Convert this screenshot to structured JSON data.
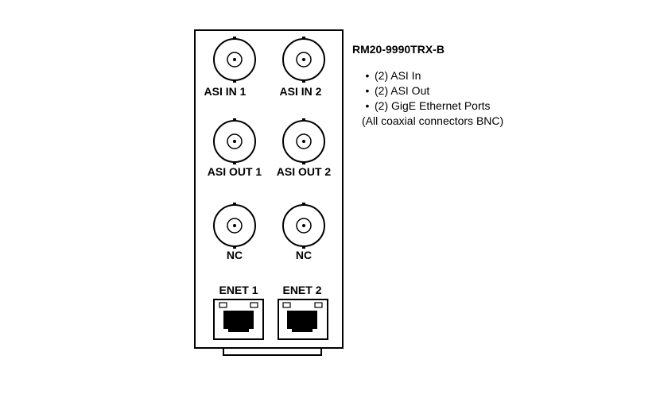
{
  "model": "RM20-9990TRX-B",
  "features": [
    "(2) ASI In",
    "(2) ASI Out",
    "(2) GigE Ethernet Ports"
  ],
  "note": "(All coaxial connectors BNC)",
  "connectors": {
    "asi_in_1": "ASI IN 1",
    "asi_in_2": "ASI IN 2",
    "asi_out_1": "ASI OUT 1",
    "asi_out_2": "ASI OUT 2",
    "nc_1": "NC",
    "nc_2": "NC",
    "enet_1": "ENET 1",
    "enet_2": "ENET 2"
  }
}
